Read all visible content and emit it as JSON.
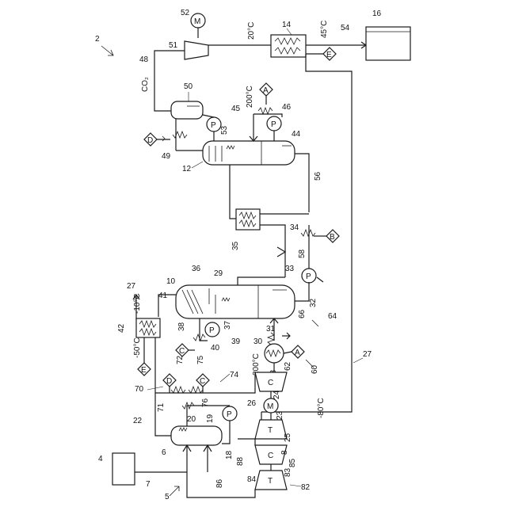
{
  "figure_number": "2",
  "equipment_labels": {
    "e4": "4",
    "e5": "5",
    "e6": "6",
    "e7": "7",
    "e8": "8",
    "e10": "10",
    "e12": "12",
    "e14": "14",
    "e16": "16",
    "e18": "18",
    "e19": "19",
    "e20": "20",
    "e22": "22",
    "e23": "23",
    "e24": "24",
    "e25": "25",
    "e26": "26",
    "e27a": "27",
    "e27b": "27",
    "e28": "28",
    "e29": "29",
    "e30": "30",
    "e31": "31",
    "e32": "32",
    "e33": "33",
    "e34": "34",
    "e35": "35",
    "e36": "36",
    "e37": "37",
    "e38": "38",
    "e39": "39",
    "e40": "40",
    "e41": "41",
    "e42": "42",
    "e44": "44",
    "e45": "45",
    "e46": "46",
    "e48": "48",
    "e49": "49",
    "e50": "50",
    "e51": "51",
    "e52": "52",
    "e53": "53",
    "e54": "54",
    "e56": "56",
    "e58": "58",
    "e60": "60",
    "e62": "62",
    "e64": "64",
    "e66": "66",
    "e70": "70",
    "e71": "71",
    "e72": "72",
    "e74": "74",
    "e75": "75",
    "e76": "76",
    "e82": "82",
    "e83": "83",
    "e84": "84",
    "e85": "85",
    "e86": "86",
    "e88": "88"
  },
  "temperatures": {
    "t20": "20°C",
    "t45": "45°C",
    "t200_top": "200°C",
    "t200_bottom": "200°C",
    "t10": "-10°C",
    "t50": "-50°C",
    "t80": "-80°C"
  },
  "stream_labels": {
    "co2": "CO₂"
  },
  "symbols": {
    "motor": "M",
    "pump": "P",
    "compressor": "C",
    "turbine": "T",
    "A": "A",
    "B": "B",
    "C": "C",
    "D": "D",
    "E": "E"
  }
}
